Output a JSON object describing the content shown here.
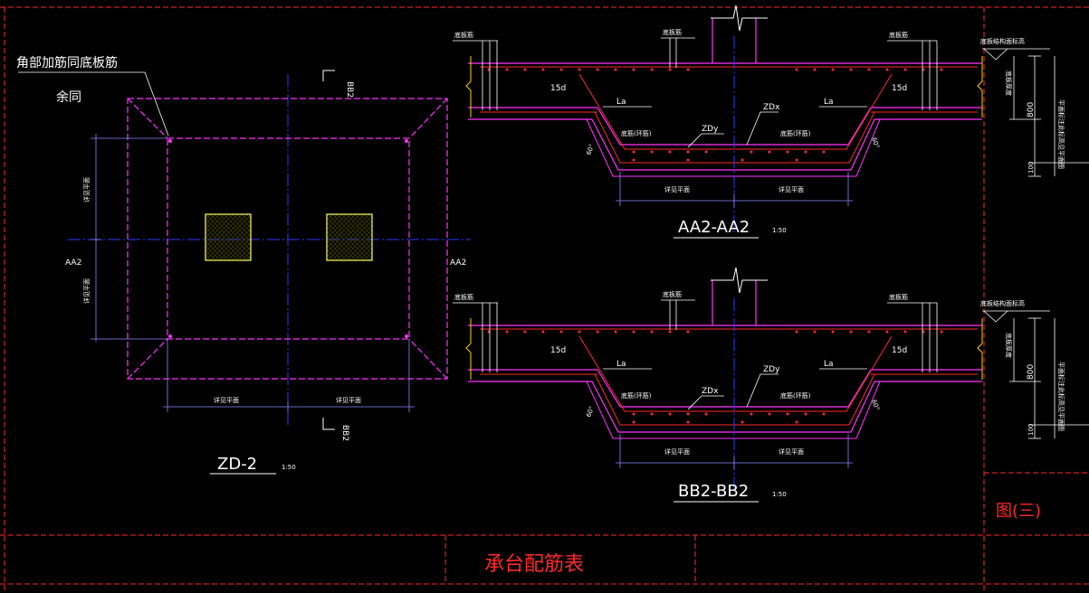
{
  "plan": {
    "note_line1": "角部加筋同底板筋",
    "note_line2": "余同",
    "section_a": "AA2",
    "section_b": "BB2",
    "dim_label": "详见平面",
    "title": "ZD-2",
    "scale": "1:50"
  },
  "section_aa": {
    "title": "AA2-AA2",
    "scale": "1:50",
    "top_bar_label": "底板筋",
    "mid_bar_label": "底板筋",
    "right_bar_label": "底板筋",
    "right_elev_label": "底板结构面标高",
    "right_note": "底板厚度",
    "right_note2": "平面标注此标高见平面图",
    "anchor_left": "15d",
    "anchor_right": "15d",
    "la_left": "La",
    "la_right": "La",
    "bar_x": "ZDx",
    "bar_y": "ZDy",
    "hoop_left": "底筋(环筋)",
    "hoop_right": "底筋(环筋)",
    "angle_left": "60°",
    "angle_right": "60°",
    "dim_800": "800",
    "dim_100": "100",
    "dim_label": "详见平面"
  },
  "section_bb": {
    "title": "BB2-BB2",
    "scale": "1:50",
    "top_bar_label": "底板筋",
    "mid_bar_label": "底板筋",
    "right_bar_label": "底板筋",
    "right_elev_label": "底板结构面标高",
    "right_note": "底板厚度",
    "right_note2": "平面标注此标高见平面图",
    "anchor_left": "15d",
    "anchor_right": "15d",
    "la_left": "La",
    "la_right": "La",
    "bar_x": "ZDx",
    "bar_y": "ZDy",
    "hoop_left": "底筋(环筋)",
    "hoop_right": "底筋(环筋)",
    "angle_left": "60°",
    "angle_right": "60°",
    "dim_800": "800",
    "dim_100": "100",
    "dim_label": "详见平面"
  },
  "title_block": {
    "table_title": "承台配筋表",
    "figure_no": "图(三)"
  },
  "colors": {
    "background": "#000000",
    "frame_red": "#ff2a2a",
    "magenta": "#ff33ff",
    "axis_blue": "#2a3cff",
    "pile_yellow": "#ffff66",
    "text_white": "#ffffff",
    "leader_yellow": "#ffd200"
  }
}
